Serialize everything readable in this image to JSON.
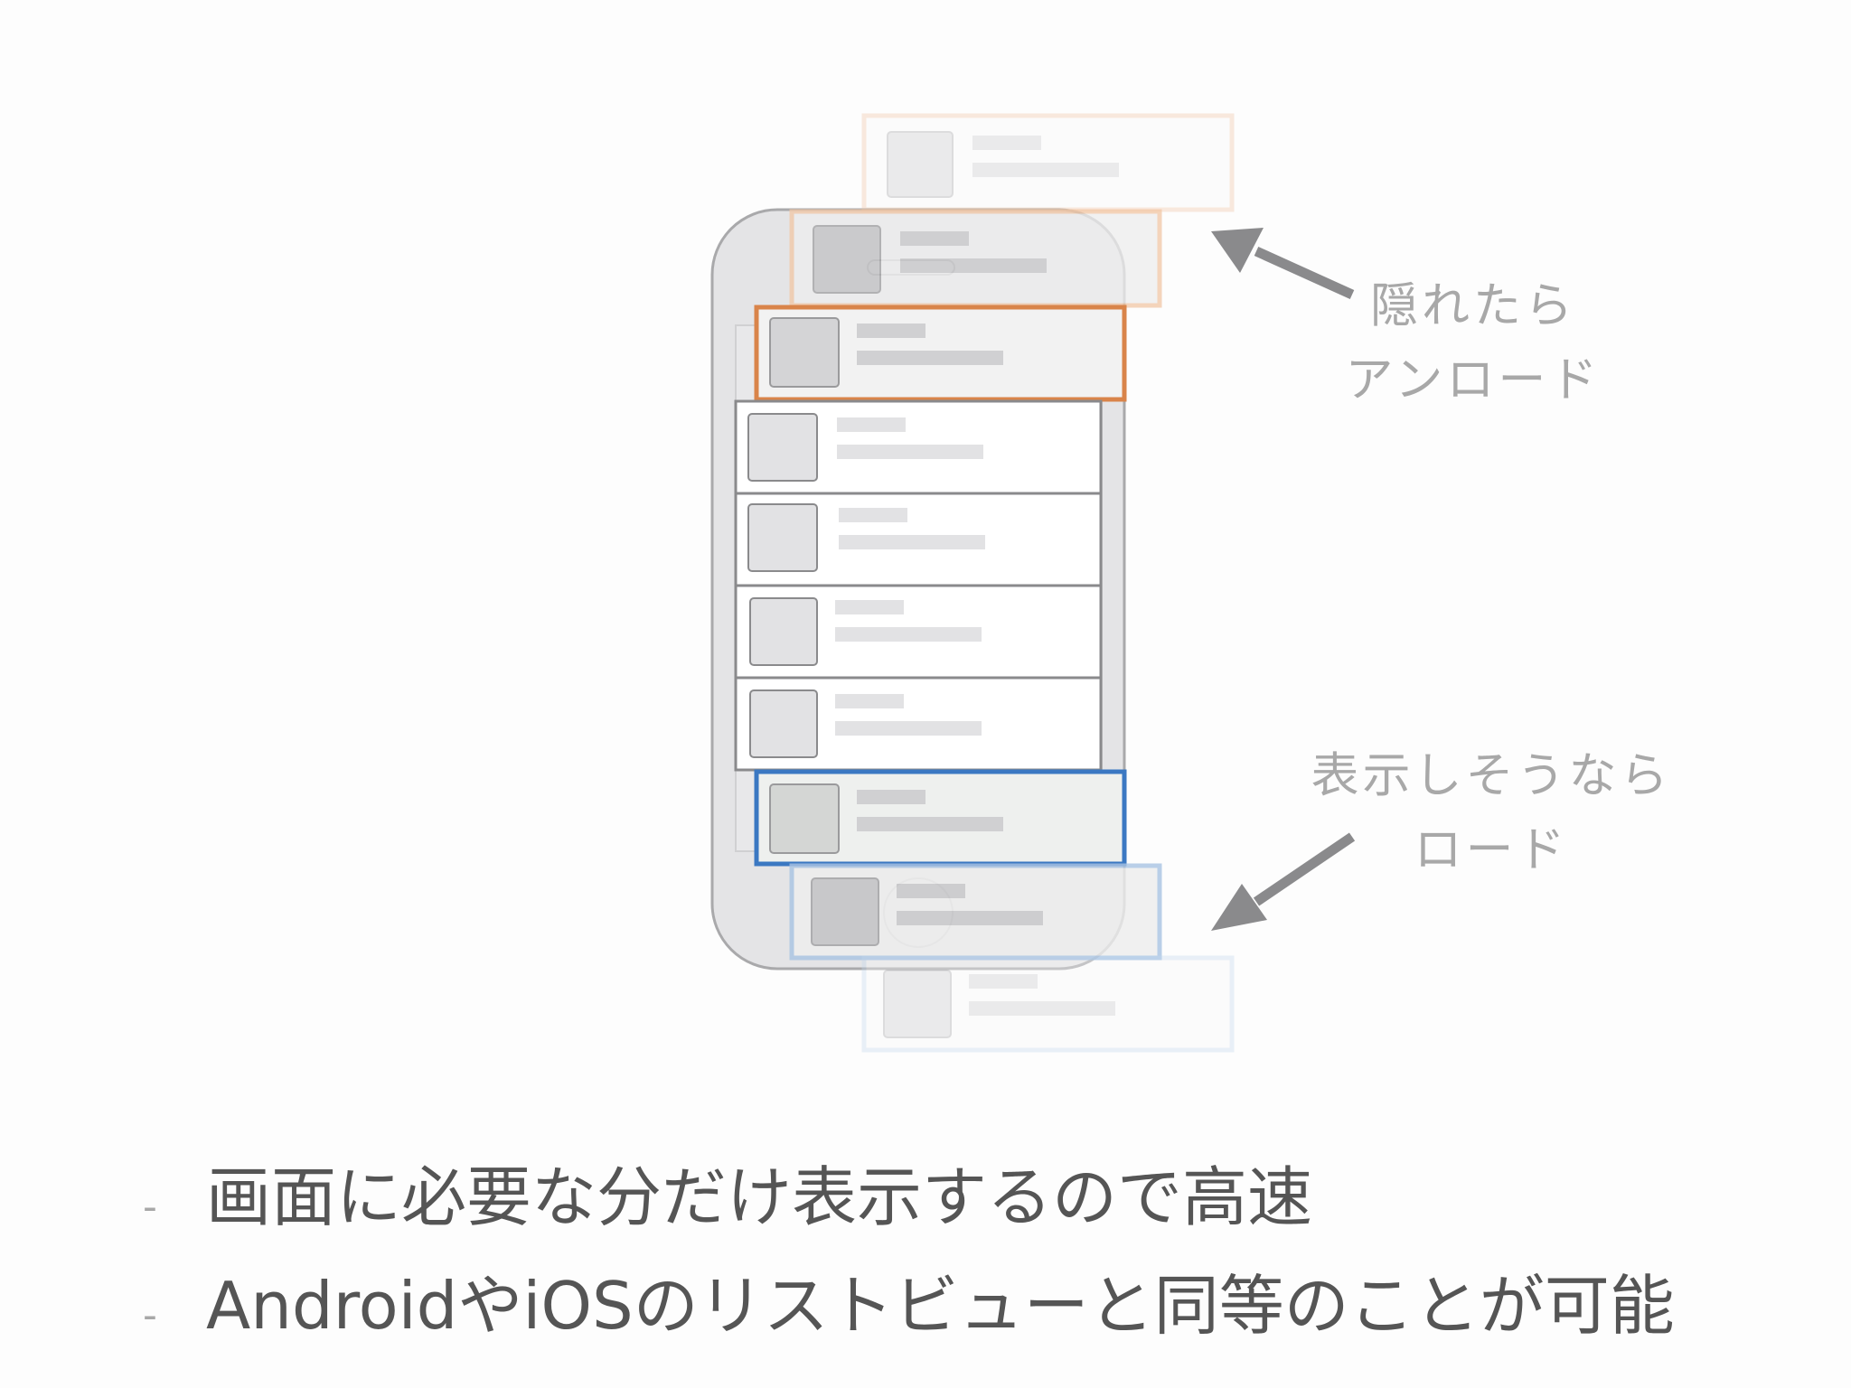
{
  "annotations": {
    "unload_label": [
      "隠れたら",
      "アンロード"
    ],
    "load_label": [
      "表示しそうなら",
      "ロード"
    ]
  },
  "bullets": [
    {
      "dash": "-",
      "text": "画面に必要な分だけ表示するので高速"
    },
    {
      "dash": "-",
      "text": "AndroidやiOSのリストビューと同等のことが可能"
    }
  ],
  "colors": {
    "unload_accent": "#d9844a",
    "load_accent": "#3b78c2",
    "phone_body": "#e4e4e6",
    "arrow": "#8a8a8c",
    "label_text": "#a8a8a8",
    "bullet_text": "#555555"
  },
  "icons": {
    "phone": "smartphone-outline-icon",
    "unload_arrow": "arrow-up-left-icon",
    "load_arrow": "arrow-down-left-icon"
  }
}
